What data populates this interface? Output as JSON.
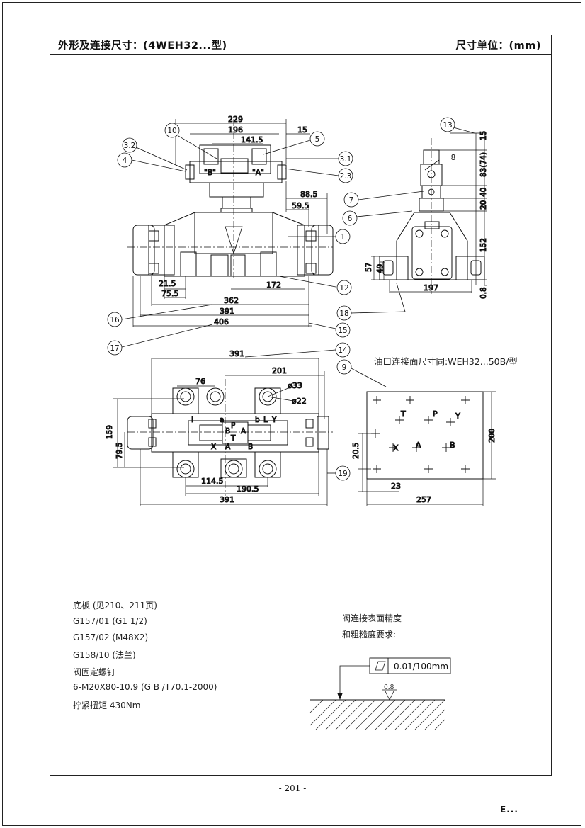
{
  "header": {
    "title": "外形及连接尺寸：(4WEH32...型)",
    "unit": "尺寸单位：(mm)"
  },
  "front_view": {
    "dims": [
      "229",
      "196",
      "141.5",
      "15",
      "88.5",
      "59.5",
      "21.5",
      "75.5",
      "172",
      "362",
      "391",
      "406"
    ],
    "valve_labels": [
      "\"B\"",
      "\"A\""
    ]
  },
  "side_view": {
    "dims": [
      "15",
      "83(74)",
      "40",
      "20",
      "152",
      "57",
      "49",
      "197",
      "0.8"
    ]
  },
  "callouts": [
    "1",
    "2.3",
    "3.1",
    "3.2",
    "4",
    "5",
    "6",
    "7",
    "8",
    "9",
    "10",
    "12",
    "13",
    "14",
    "15",
    "16",
    "17",
    "18",
    "19"
  ],
  "top_view": {
    "dims": [
      "391",
      "201",
      "76",
      "ø33",
      "ø22",
      "159",
      "79.5",
      "114.5",
      "190.5",
      "391"
    ],
    "labels": [
      "I",
      "a",
      "P",
      "T",
      "B",
      "A",
      "b",
      "X",
      "A",
      "B",
      "L",
      "Y"
    ]
  },
  "port_face": {
    "note": "油口连接面尺寸同:WEH32...50B/型",
    "ports": [
      "T",
      "P",
      "Y",
      "X",
      "A",
      "B"
    ],
    "dims": [
      "200",
      "20.5",
      "23",
      "257"
    ]
  },
  "base_info": [
    "底板 (见210、211页)",
    "G157/01 (G1 1/2)",
    "G157/02 (M48X2)",
    "G158/10 (法兰)",
    "阀固定螺钉",
    "6-M20X80-10.9 (G B /T70.1-2000)",
    "拧紧扭矩 430Nm"
  ],
  "surface": {
    "requirement_line1": "阀连接表面精度",
    "requirement_line2": "和粗糙度要求:",
    "flatness": "0.01/100mm",
    "roughness": "0.8"
  },
  "footer": {
    "page": "- 201 -",
    "brand": "E..."
  }
}
